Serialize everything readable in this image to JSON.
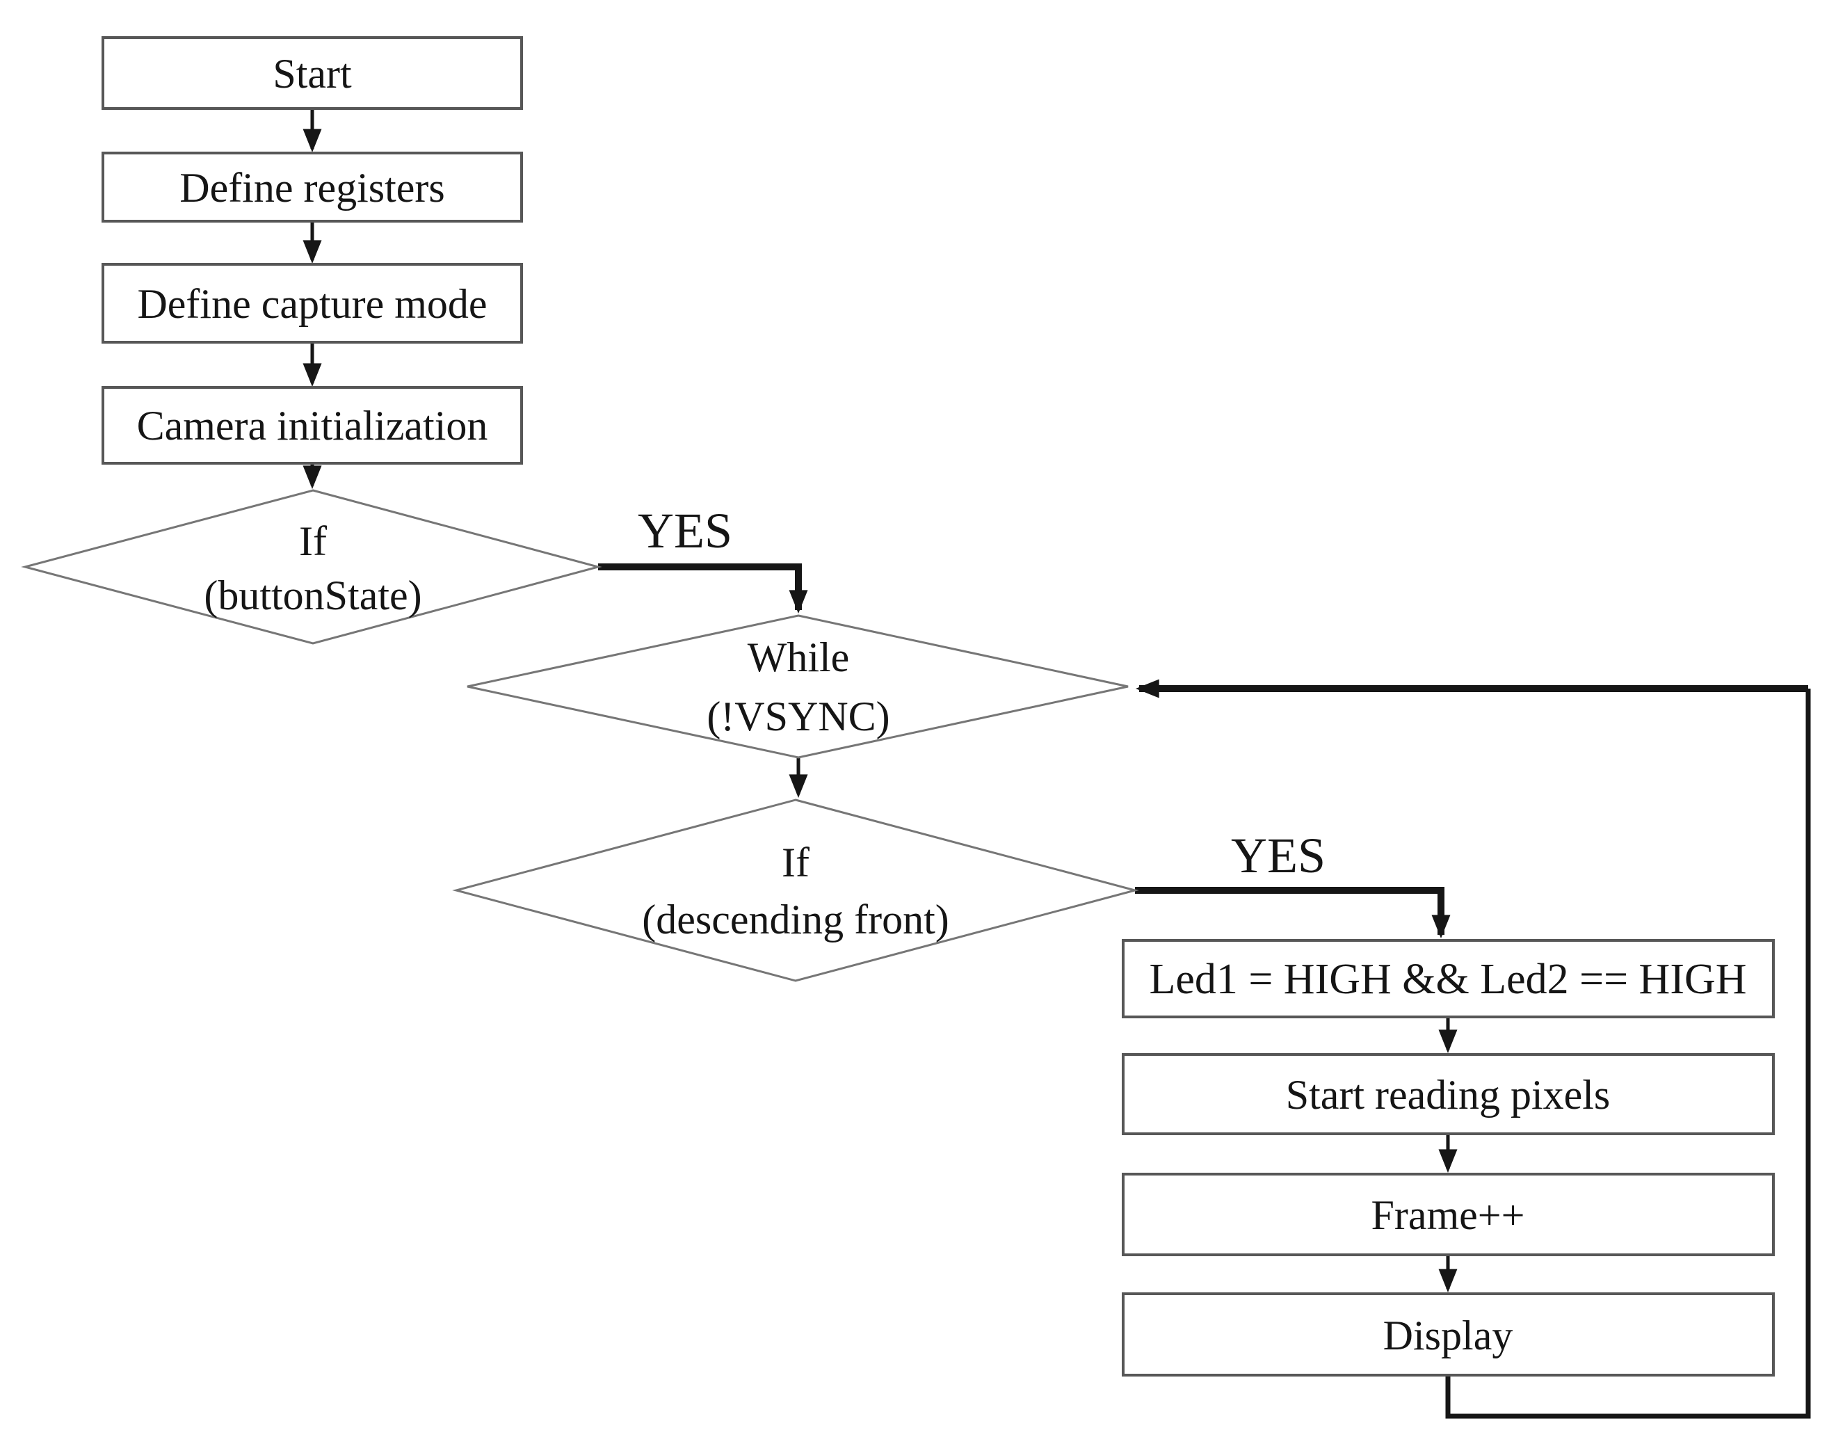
{
  "page": {
    "background": "#ffffff",
    "diagram_type": "flowchart"
  },
  "colors": {
    "node_fill": "#ffffff",
    "box_border": "#575757",
    "diamond_border": "#767676",
    "line": "#161616",
    "text": "#151515"
  },
  "flowchart": {
    "nodes": {
      "start": {
        "shape": "rect",
        "label": "Start"
      },
      "define_registers": {
        "shape": "rect",
        "label": "Define registers"
      },
      "define_capture_mode": {
        "shape": "rect",
        "label": "Define capture mode"
      },
      "camera_initialization": {
        "shape": "rect",
        "label": "Camera initialization"
      },
      "if_button_state": {
        "shape": "diamond",
        "line1": "If",
        "line2": "(buttonState)"
      },
      "while_vsync": {
        "shape": "diamond",
        "line1": "While",
        "line2": "(!VSYNC)"
      },
      "if_descending_front": {
        "shape": "diamond",
        "line1": "If",
        "line2": "(descending front)"
      },
      "led_condition": {
        "shape": "rect",
        "label": "Led1 = HIGH && Led2 == HIGH"
      },
      "start_reading_pixels": {
        "shape": "rect",
        "label": "Start reading pixels"
      },
      "frame_increment": {
        "shape": "rect",
        "label": "Frame++"
      },
      "display": {
        "shape": "rect",
        "label": "Display"
      }
    },
    "edge_labels": {
      "if_button_state_yes": "YES",
      "if_descending_front_yes": "YES"
    }
  }
}
